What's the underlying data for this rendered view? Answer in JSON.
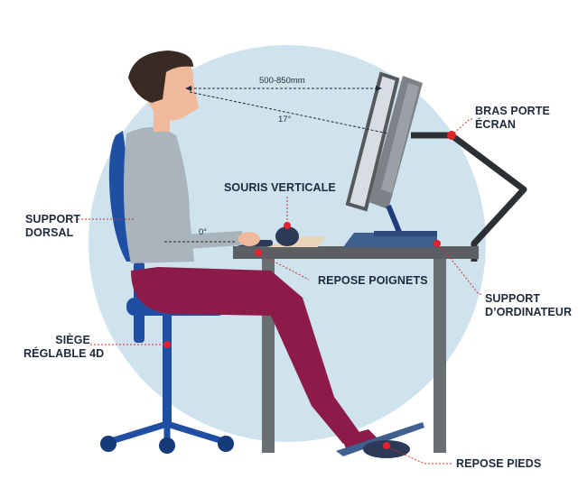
{
  "labels": {
    "bras_porte_ecran": [
      "BRAS PORTE",
      "ÉCRAN"
    ],
    "souris_verticale": "SOURIS VERTICALE",
    "support_dorsal": [
      "SUPPORT",
      "DORSAL"
    ],
    "repose_poignets": "REPOSE POIGNETS",
    "support_ordinateur": [
      "SUPPORT",
      "D’ORDINATEUR"
    ],
    "siege_reglable": [
      "SIÈGE",
      "RÉGLABLE 4D"
    ],
    "repose_pieds": "REPOSE PIEDS"
  },
  "measurements": {
    "distance": "500-850mm",
    "angle_screen": "17°",
    "angle_forearm": "0°"
  },
  "colors": {
    "circle": "#cfe3ee",
    "accent_dot": "#e3222e",
    "leader_line": "#c9302c",
    "chair": "#1f4fa3",
    "chair_dark": "#153b78",
    "trousers": "#8c1b4a",
    "shirt": "#a9b4bc",
    "skin": "#f0b99b",
    "hair": "#3a2a24",
    "desk": "#5b5f63",
    "monitor": "#55595e",
    "label_text": "#1f2a3a"
  }
}
